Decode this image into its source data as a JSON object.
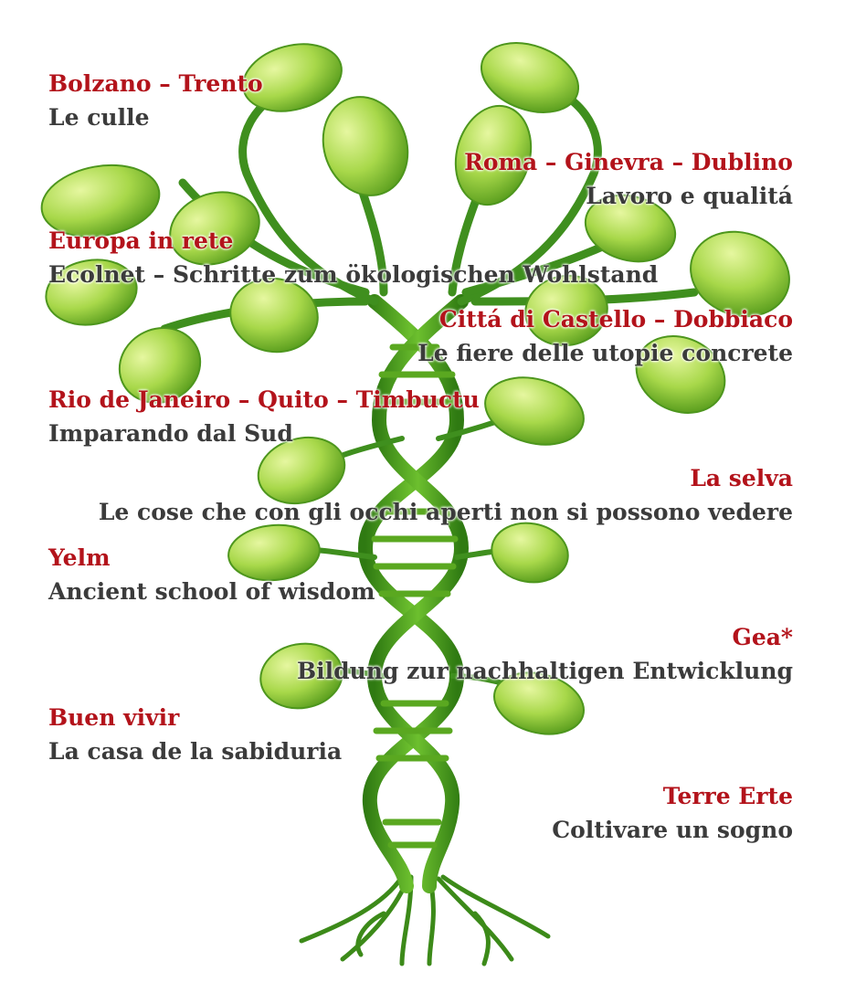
{
  "colors": {
    "place": "#b3131b",
    "topic": "#3b3b3b",
    "leaf_light": "#c6ea6a",
    "leaf_dark": "#6fb22a",
    "stem": "#3f8f1e"
  },
  "entries": [
    {
      "side": "left",
      "place": "Bolzano – Trento",
      "topic": "Le culle"
    },
    {
      "side": "right",
      "place": "Roma – Ginevra – Dublino",
      "topic": "Lavoro e qualitá"
    },
    {
      "side": "left",
      "place": "Europa in rete",
      "topic": "Ecolnet – Schritte zum ökologischen Wohlstand"
    },
    {
      "side": "right",
      "place": "Cittá di Castello – Dobbiaco",
      "topic": "Le fiere delle utopie concrete"
    },
    {
      "side": "left",
      "place": "Rio de Janeiro – Quito – Timbuctu",
      "topic": "Imparando dal Sud"
    },
    {
      "side": "right",
      "place": "La selva",
      "topic": "Le cose che con gli occhi aperti non si possono vedere"
    },
    {
      "side": "left",
      "place": "Yelm",
      "topic": "Ancient school of  wisdom"
    },
    {
      "side": "right",
      "place": "Gea*",
      "topic": "Bildung zur nachhaltigen Entwicklung"
    },
    {
      "side": "left",
      "place": "Buen vivir",
      "topic": "La casa de la sabiduria"
    },
    {
      "side": "right",
      "place": "Terre Erte",
      "topic": "Coltivare un sogno"
    }
  ]
}
